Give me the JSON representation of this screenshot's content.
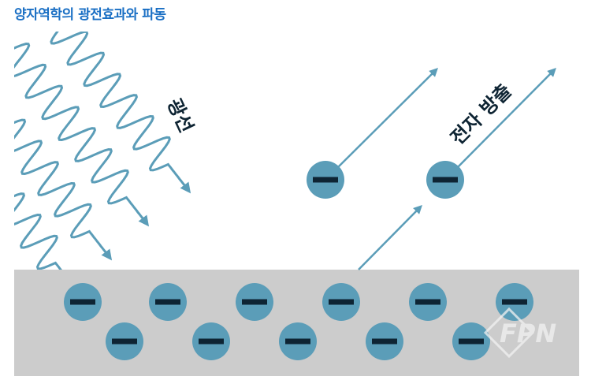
{
  "title": "양자역학의 광전효과와 파동",
  "labels": {
    "light": "광선",
    "emission": "전자 방출"
  },
  "watermark": "FPN",
  "colors": {
    "wave": "#5b9db8",
    "electron": "#5b9db8",
    "minus": "#0e2433",
    "surface": "#cccccc",
    "title": "#1a6fc4"
  }
}
